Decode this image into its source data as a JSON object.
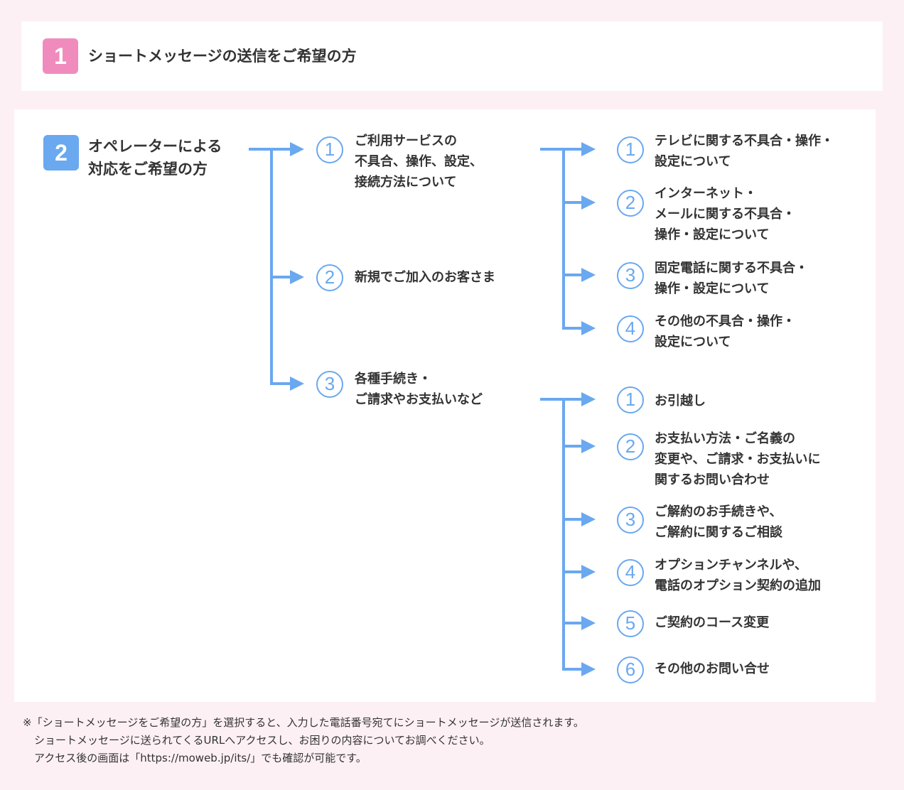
{
  "section1": {
    "number": "1",
    "title": "ショートメッセージの送信をご希望の方"
  },
  "section2": {
    "number": "2",
    "title_lines": [
      "オペレーターによる",
      "対応をご希望の方"
    ],
    "items": [
      {
        "number": "1",
        "lines": [
          "ご利用サービスの",
          "不具合、操作、設定、",
          "接続方法について"
        ],
        "subitems": [
          {
            "number": "1",
            "lines": [
              "テレビに関する不具合・操作・",
              "設定について"
            ]
          },
          {
            "number": "2",
            "lines": [
              "インターネット・",
              "メールに関する不具合・",
              "操作・設定について"
            ]
          },
          {
            "number": "3",
            "lines": [
              "固定電話に関する不具合・",
              "操作・設定について"
            ]
          },
          {
            "number": "4",
            "lines": [
              "その他の不具合・操作・",
              "設定について"
            ]
          }
        ]
      },
      {
        "number": "2",
        "lines": [
          "新規でご加入のお客さま"
        ]
      },
      {
        "number": "3",
        "lines": [
          "各種手続き・",
          "ご請求やお支払いなど"
        ],
        "subitems": [
          {
            "number": "1",
            "lines": [
              "お引越し"
            ]
          },
          {
            "number": "2",
            "lines": [
              "お支払い方法・ご名義の",
              "変更や、ご請求・お支払いに",
              "関するお問い合わせ"
            ]
          },
          {
            "number": "3",
            "lines": [
              "ご解約のお手続きや、",
              "ご解約に関するご相談"
            ]
          },
          {
            "number": "4",
            "lines": [
              "オプションチャンネルや、",
              "電話のオプション契約の追加"
            ]
          },
          {
            "number": "5",
            "lines": [
              "ご契約のコース変更"
            ]
          },
          {
            "number": "6",
            "lines": [
              "その他のお問い合せ"
            ]
          }
        ]
      }
    ]
  },
  "note": {
    "lines": [
      "※「ショートメッセージをご希望の方」を選択すると、入力した電話番号宛てにショートメッセージが送信されます。",
      "ショートメッセージに送られてくるURLへアクセスし、お困りの内容についてお調べください。",
      "アクセス後の画面は「https://moweb.jp/its/」でも確認が可能です。"
    ]
  },
  "colors": {
    "background": "#fdf0f5",
    "pink_badge": "#f08cbd",
    "blue_accent": "#6aa8f0",
    "text": "#333333"
  }
}
